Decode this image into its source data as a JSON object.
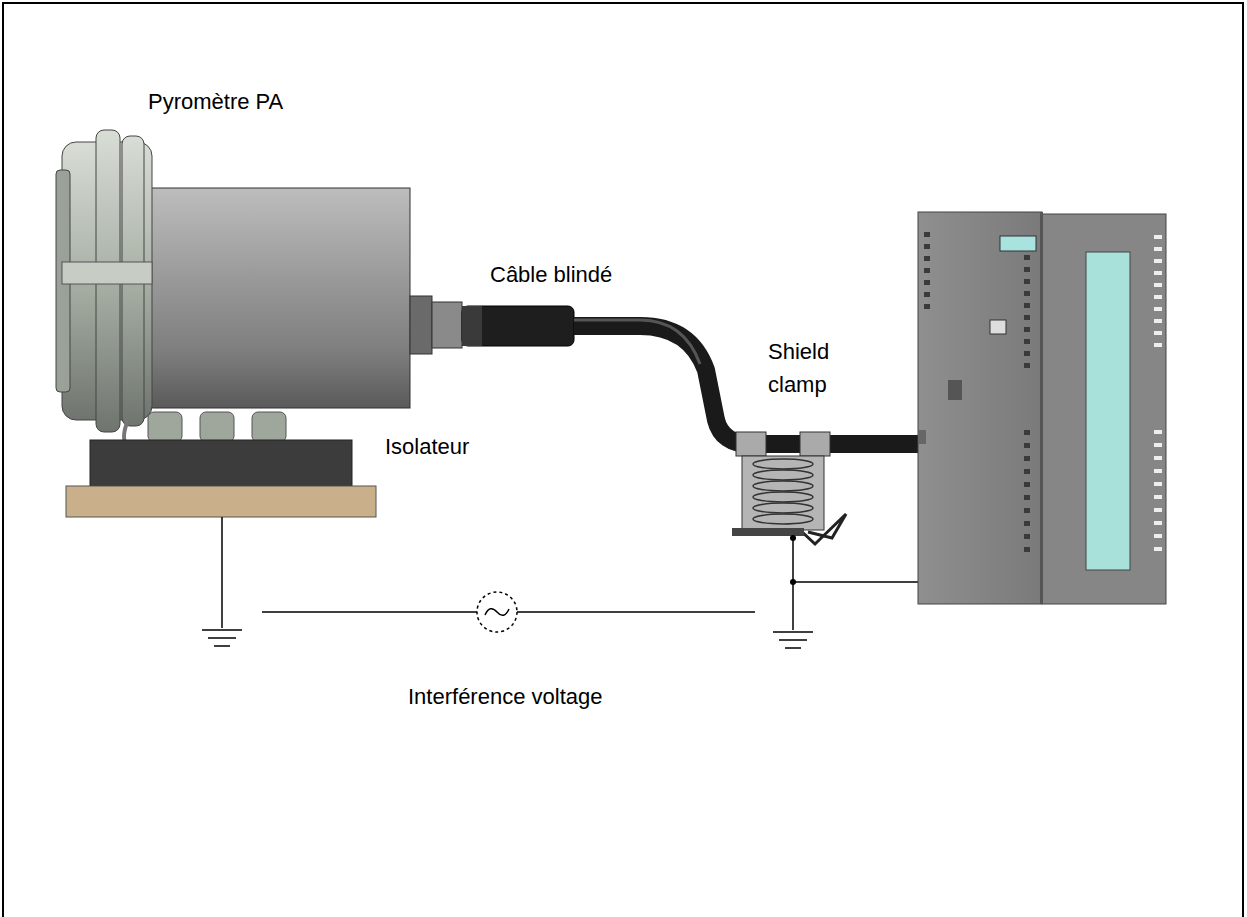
{
  "diagram": {
    "labels": [
      "Pyromètre PA",
      "Câble blindé",
      "Shield clamp",
      "Isolateur",
      "Interférence voltage"
    ]
  }
}
